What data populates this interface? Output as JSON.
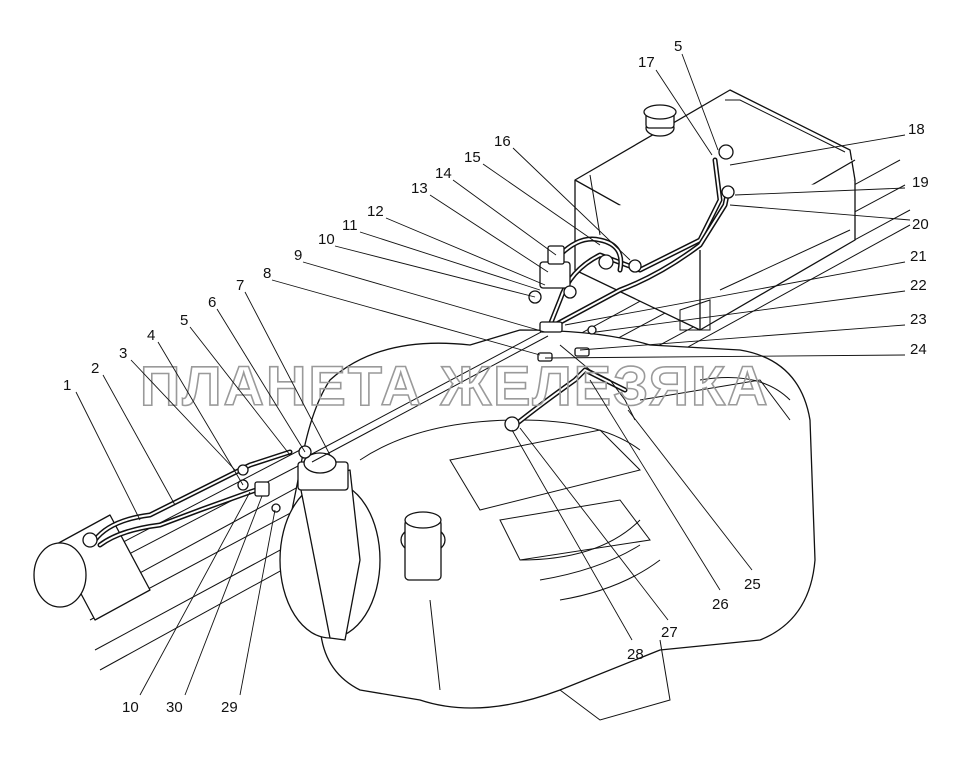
{
  "watermark": {
    "text": "ПЛАНЕТА ЖЕЛЕЗЯКА"
  },
  "callouts": [
    {
      "id": "c1",
      "label": "1"
    },
    {
      "id": "c2",
      "label": "2"
    },
    {
      "id": "c3",
      "label": "3"
    },
    {
      "id": "c4",
      "label": "4"
    },
    {
      "id": "c5a",
      "label": "5"
    },
    {
      "id": "c6",
      "label": "6"
    },
    {
      "id": "c7",
      "label": "7"
    },
    {
      "id": "c8",
      "label": "8"
    },
    {
      "id": "c9",
      "label": "9"
    },
    {
      "id": "c10a",
      "label": "10"
    },
    {
      "id": "c11",
      "label": "11"
    },
    {
      "id": "c12",
      "label": "12"
    },
    {
      "id": "c13",
      "label": "13"
    },
    {
      "id": "c14",
      "label": "14"
    },
    {
      "id": "c15",
      "label": "15"
    },
    {
      "id": "c16",
      "label": "16"
    },
    {
      "id": "c17",
      "label": "17"
    },
    {
      "id": "c5b",
      "label": "5"
    },
    {
      "id": "c18",
      "label": "18"
    },
    {
      "id": "c19",
      "label": "19"
    },
    {
      "id": "c20",
      "label": "20"
    },
    {
      "id": "c21",
      "label": "21"
    },
    {
      "id": "c22",
      "label": "22"
    },
    {
      "id": "c23",
      "label": "23"
    },
    {
      "id": "c24",
      "label": "24"
    },
    {
      "id": "c25",
      "label": "25"
    },
    {
      "id": "c26",
      "label": "26"
    },
    {
      "id": "c27",
      "label": "27"
    },
    {
      "id": "c28",
      "label": "28"
    },
    {
      "id": "c29",
      "label": "29"
    },
    {
      "id": "c30",
      "label": "30"
    },
    {
      "id": "c10b",
      "label": "10"
    }
  ]
}
